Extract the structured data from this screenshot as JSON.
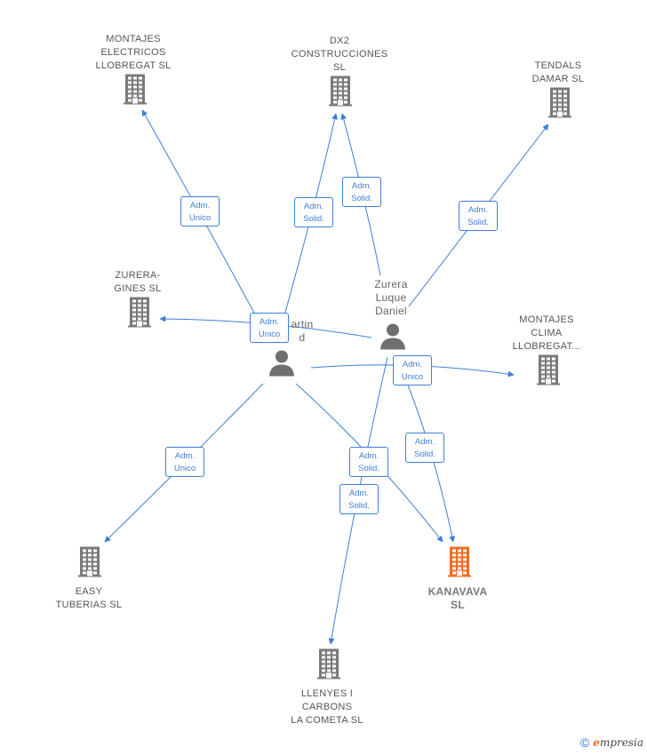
{
  "companies": [
    {
      "id": "montajes_electricos",
      "label": "MONTAJES\nELECTRICOS\nLLOBREGAT SL",
      "highlight": false
    },
    {
      "id": "dx2",
      "label": "DX2\nCONSTRUCCIONES\nSL",
      "highlight": false
    },
    {
      "id": "tendals",
      "label": "TENDALS\nDAMAR  SL",
      "highlight": false
    },
    {
      "id": "zurera_gines",
      "label": "ZURERA-\nGINES  SL",
      "highlight": false
    },
    {
      "id": "montajes_clima",
      "label": "MONTAJES\nCLIMA\nLLOBREGAT...",
      "highlight": false
    },
    {
      "id": "easy",
      "label": "EASY\nTUBERIAS  SL",
      "highlight": false
    },
    {
      "id": "kanavava",
      "label": "KANAVAVA\nSL",
      "highlight": true
    },
    {
      "id": "llenyes",
      "label": "LLENYES I\nCARBONS\nLA COMETA  SL",
      "highlight": false
    }
  ],
  "persons": [
    {
      "id": "martin",
      "label": "artin\nd"
    },
    {
      "id": "zurera",
      "label": "Zurera\nLuque\nDaniel"
    }
  ],
  "relations": [
    {
      "from": "martin",
      "to": "montajes_electricos",
      "role": "Adm.\nUnico"
    },
    {
      "from": "martin",
      "to": "dx2",
      "role": "Adm.\nSolid."
    },
    {
      "from": "zurera",
      "to": "dx2",
      "role": "Adm.\nSolid."
    },
    {
      "from": "zurera",
      "to": "tendals",
      "role": "Adm.\nSolid."
    },
    {
      "from": "zurera",
      "to": "zurera_gines",
      "role": "Adm.\nUnico"
    },
    {
      "from": "martin",
      "to": "montajes_clima",
      "role": "Adm.\nUnico"
    },
    {
      "from": "zurera",
      "to": "kanavava",
      "role": "Adm.\nSolid."
    },
    {
      "from": "martin",
      "to": "easy",
      "role": "Adm.\nUnico"
    },
    {
      "from": "martin",
      "to": "kanavava",
      "role": "Adm.\nSolid."
    },
    {
      "from": "zurera",
      "to": "llenyes",
      "role": "Adm.\nSolid."
    }
  ],
  "colors": {
    "edge": "#3d7fd9",
    "building": "#7a7a7a",
    "highlight": "#f26b21",
    "person": "#6f6f6f"
  },
  "footer": {
    "copyright": "©",
    "brand_initial": "e",
    "brand_rest": "mpresia"
  }
}
